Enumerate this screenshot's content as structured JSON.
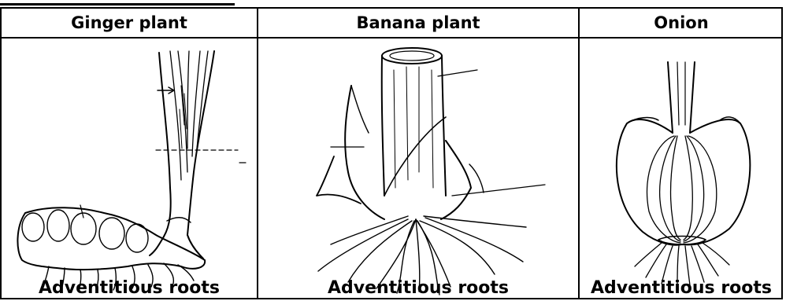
{
  "table": {
    "columns": [
      {
        "header": "Ginger plant",
        "caption": "Adventitious roots",
        "illustration": "ginger-rhizome"
      },
      {
        "header": "Banana plant",
        "caption": "Adventitious roots",
        "illustration": "banana-pseudostem"
      },
      {
        "header": "Onion",
        "caption": "Adventitious roots",
        "illustration": "onion-bulb"
      }
    ]
  }
}
